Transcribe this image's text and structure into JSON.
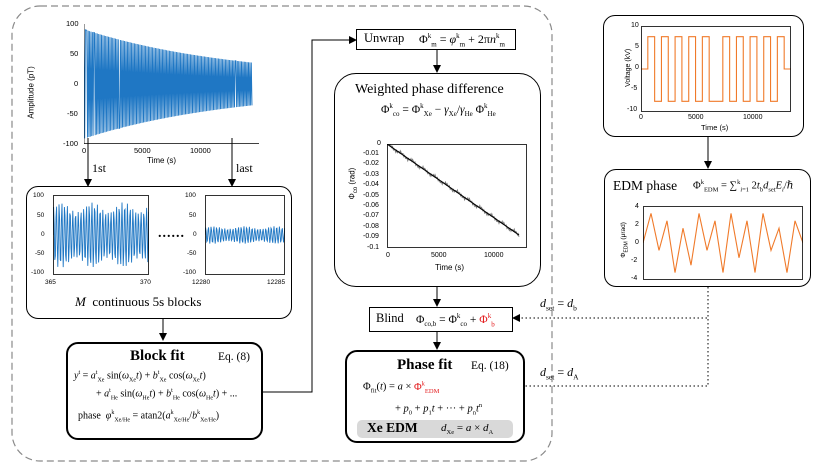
{
  "top_plot": {
    "ylabel": "Amplitude (pT)",
    "xlabel": "Time (s)",
    "yticks": [
      "100",
      "50",
      "0",
      "-50",
      "-100"
    ],
    "xticks": [
      "0",
      "5000",
      "10000"
    ],
    "color": "#1f77c4"
  },
  "arrows": {
    "first_label": "1st",
    "last_label": "last",
    "ellipsis": "......"
  },
  "blocks": {
    "left_yticks": [
      "100",
      "50",
      "0",
      "-50",
      "-100"
    ],
    "left_xticks": [
      "365",
      "370"
    ],
    "right_yticks": [
      "100",
      "50",
      "0",
      "-50",
      "-100"
    ],
    "right_xticks": [
      "12280",
      "12285"
    ],
    "caption_var": "M",
    "caption_text": "continuous 5s blocks"
  },
  "block_fit": {
    "title": "Block fit",
    "ref": "Eq. (8)",
    "model_label": "phase"
  },
  "unwrap": {
    "label": "Unwrap"
  },
  "weighted": {
    "title": "Weighted phase difference",
    "ylabel": "Φ",
    "ylabel_sub": "co",
    "ylabel_unit": "(rad)",
    "xlabel": "Time (s)",
    "yticks": [
      "0",
      "-0.01",
      "-0.02",
      "-0.03",
      "-0.04",
      "-0.05",
      "-0.06",
      "-0.07",
      "-0.08",
      "-0.09",
      "-0.1"
    ],
    "xticks": [
      "0",
      "5000",
      "10000"
    ]
  },
  "blind": {
    "label": "Blind"
  },
  "phase_fit": {
    "title": "Phase fit",
    "ref": "Eq. (18)",
    "xe_edm": "Xe EDM"
  },
  "voltage_plot": {
    "ylabel": "Voltage (kV)",
    "xlabel": "Time (s)",
    "yticks": [
      "10",
      "5",
      "0",
      "-5",
      "-10"
    ],
    "xticks": [
      "0",
      "5000",
      "10000"
    ],
    "color": "#f07a2a"
  },
  "edm_phase": {
    "title": "EDM phase",
    "ylabel": "Φ",
    "ylabel_sub": "EDM",
    "ylabel_unit": "(μrad)",
    "yticks": [
      "4",
      "2",
      "0",
      "-2",
      "-4"
    ]
  },
  "dset": {
    "b_label": "b",
    "a_label": "A"
  }
}
